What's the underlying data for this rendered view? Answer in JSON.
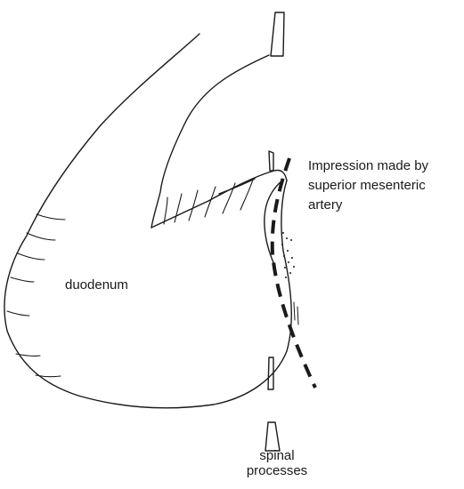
{
  "diagram": {
    "labels": {
      "duodenum": "duodenum",
      "impression_line1": "Impression made by",
      "impression_line2": "superior mesenteric",
      "impression_line3": "artery",
      "spinal_line1": "spinal",
      "spinal_line2": "processes"
    },
    "colors": {
      "ink": "#1a1a1a",
      "background": "#ffffff"
    }
  }
}
